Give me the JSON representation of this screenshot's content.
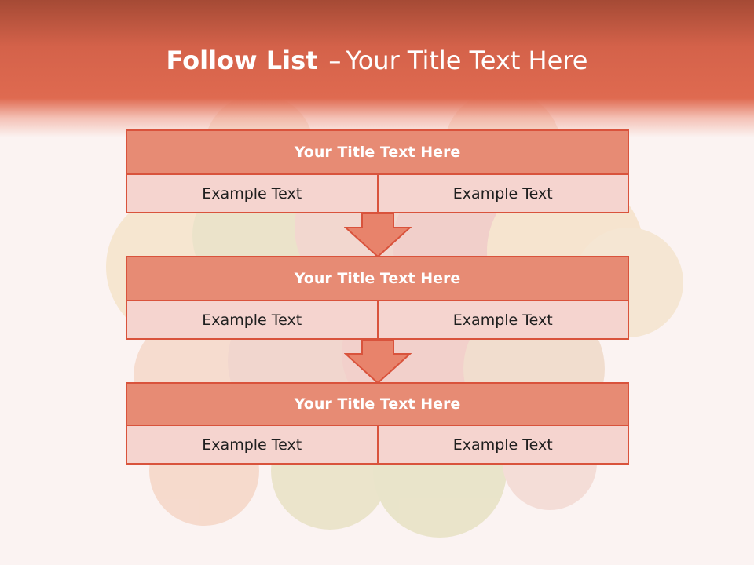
{
  "slide": {
    "title_bold": "Follow List",
    "title_dash": "–",
    "title_rest": "Your Title Text Here"
  },
  "steps": [
    {
      "title": "Your Title Text Here",
      "left": "Example Text",
      "right": "Example Text"
    },
    {
      "title": "Your Title Text Here",
      "left": "Example Text",
      "right": "Example Text"
    },
    {
      "title": "Your Title Text Here",
      "left": "Example Text",
      "right": "Example Text"
    }
  ],
  "colors": {
    "header": "#df6a50",
    "block_title_fill": "#e78b74",
    "block_cell_fill": "#f5d4cf",
    "border": "#d9533c",
    "arrow_fill": "#e8836b"
  }
}
